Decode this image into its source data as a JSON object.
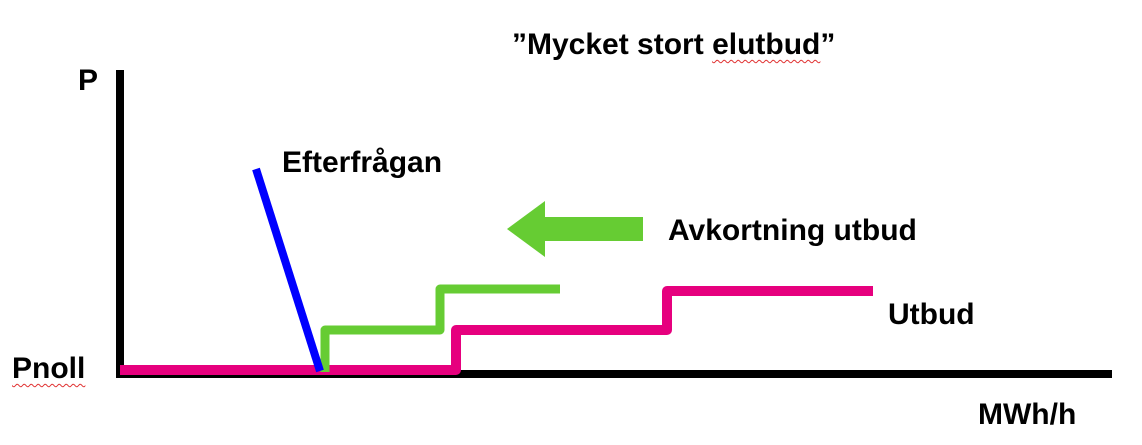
{
  "title_prefix": "”Mycket stort ",
  "title_word": "elutbud",
  "title_suffix": "”",
  "y_axis_label": "P",
  "x_axis_label": "MWh/h",
  "pnoll_label": "Pnoll",
  "demand_label": "Efterfrågan",
  "curtail_label": "Avkortning utbud",
  "supply_label": "Utbud",
  "colors": {
    "demand": "#0000ff",
    "supply": "#e6007e",
    "curtailed": "#66cc33",
    "axis": "#000000"
  }
}
